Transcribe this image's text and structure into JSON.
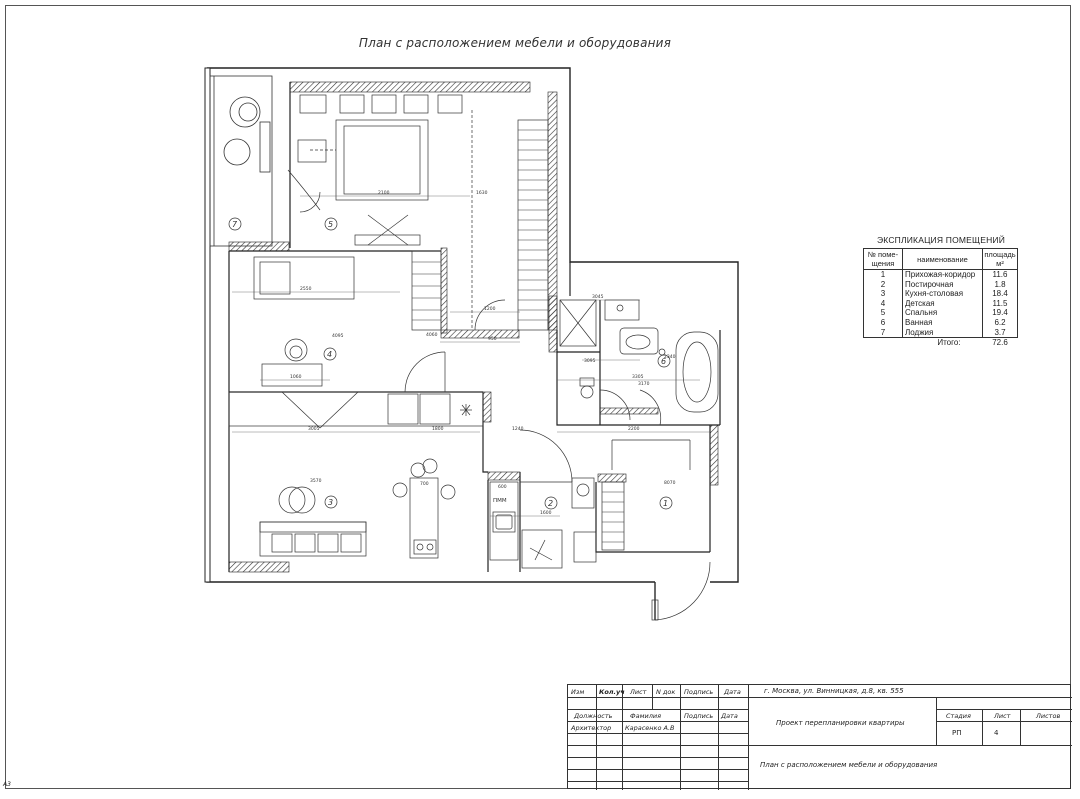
{
  "plan_title": "План с расположением мебели и оборудования",
  "sheet_format": "А3",
  "rooms": [
    "1",
    "2",
    "3",
    "4",
    "5",
    "6",
    "7"
  ],
  "explication": {
    "title": "ЭКСПЛИКАЦИЯ ПОМЕЩЕНИЙ",
    "headers": {
      "num": "№ поме-щения",
      "name": "наименование",
      "area": "площадь м²"
    },
    "rows": [
      {
        "num": "1",
        "name": "Прихожая-коридор",
        "area": "11.6"
      },
      {
        "num": "2",
        "name": "Постирочная",
        "area": "1.8"
      },
      {
        "num": "3",
        "name": "Кухня-столовая",
        "area": "18.4"
      },
      {
        "num": "4",
        "name": "Детская",
        "area": "11.5"
      },
      {
        "num": "5",
        "name": "Спальня",
        "area": "19.4"
      },
      {
        "num": "6",
        "name": "Ванная",
        "area": "6.2"
      },
      {
        "num": "7",
        "name": "Лоджия",
        "area": "3.7"
      }
    ],
    "total_label": "Итого:",
    "total_value": "72.6"
  },
  "dims": {
    "bed_w": "2100",
    "d1": "1630",
    "d2": "2550",
    "d3": "1200",
    "d4": "950",
    "d5": "3005",
    "d6": "1800",
    "d7": "1240",
    "d8": "1600",
    "d9": "3305",
    "d10": "2200",
    "d11": "1060",
    "d12": "4095",
    "d13": "600",
    "d14": "700",
    "d15": "3045",
    "d16": "8070",
    "d17": "3170",
    "d18": "3570",
    "d19": "2340",
    "d20": "3095",
    "d21": "4060"
  },
  "stamp": {
    "address": "г. Москва, ул. Винницкая, д.8, кв. 555",
    "h_izm": "Изм",
    "h_kol": "Кол.уч",
    "h_list": "Лист",
    "h_ndoc": "N док",
    "h_podp": "Подпись",
    "h_data": "Дата",
    "r_dolzh": "Должность",
    "r_fam": "Фамилия",
    "r_podp": "Подпись",
    "r_data": "Дата",
    "role": "Архитектор",
    "person": "Карасенко А.В",
    "project": "Проект перепланировки квартиры",
    "stage_h": "Стадия",
    "sheet_h": "Лист",
    "sheets_h": "Листов",
    "stage": "РП",
    "sheet": "4",
    "sheet_title": "План с расположением мебели и оборудования"
  }
}
